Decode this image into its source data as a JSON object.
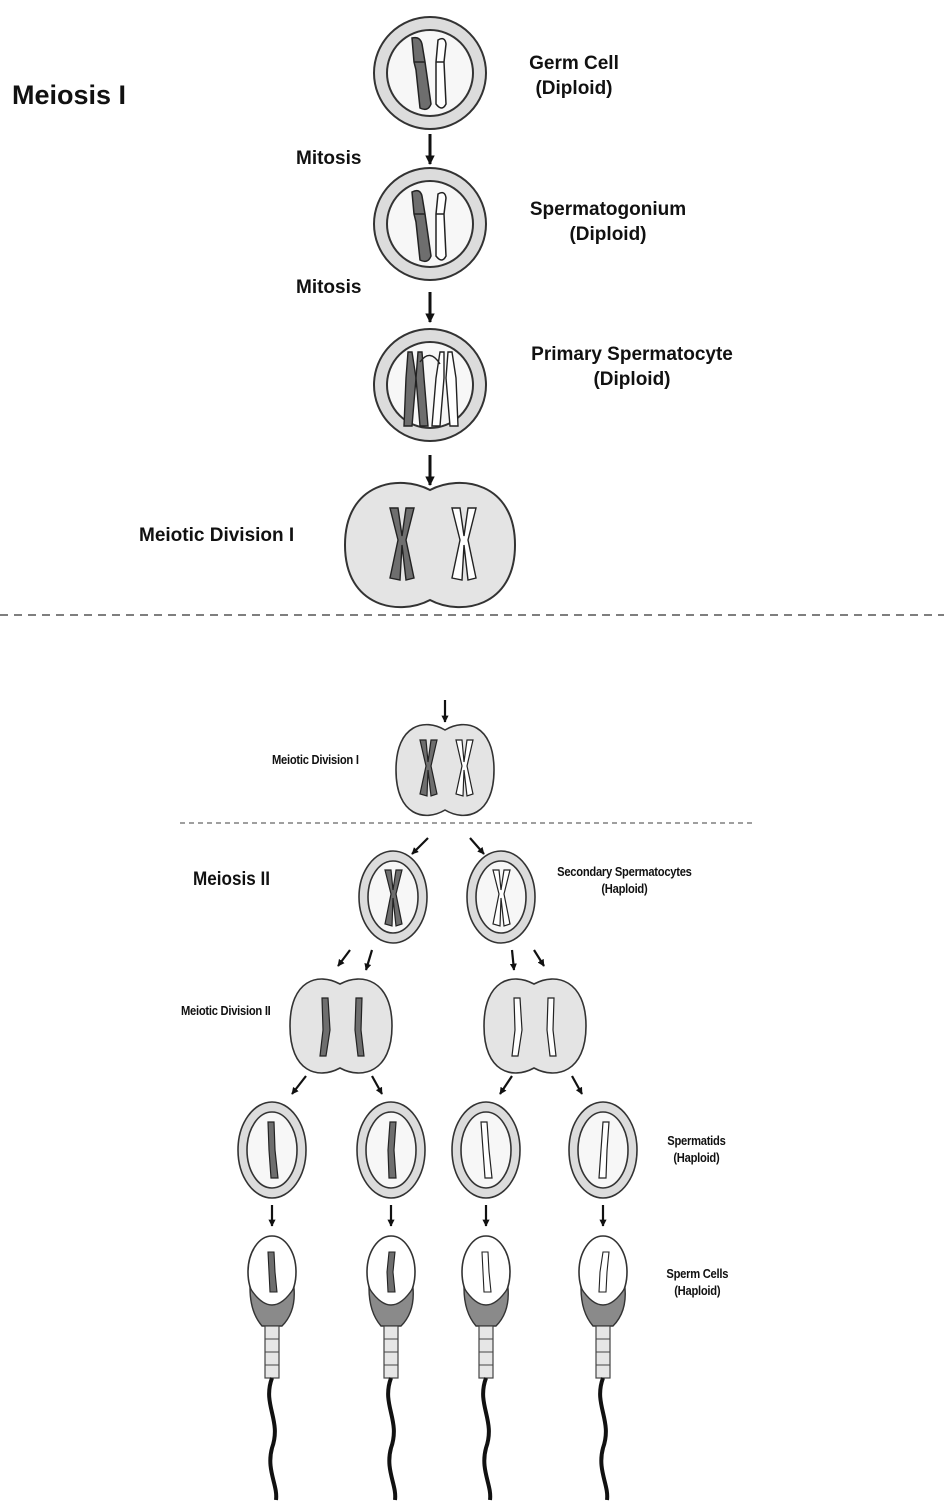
{
  "meiosis1": {
    "title": "Meiosis I",
    "germ_cell": {
      "line1": "Germ Cell",
      "line2": "(Diploid)"
    },
    "mitosis_1": "Mitosis",
    "spermatogonium": {
      "line1": "Spermatogonium",
      "line2": "(Diploid)"
    },
    "mitosis_2": "Mitosis",
    "primary_spermatocyte": {
      "line1": "Primary Spermatocyte",
      "line2": "(Diploid)"
    },
    "meiotic_division": "Meiotic Division I"
  },
  "meiosis2": {
    "meiotic_division_1": "Meiotic Division I",
    "title": "Meiosis II",
    "secondary_spermatocytes": {
      "line1": "Secondary Spermatocytes",
      "line2": "(Haploid)"
    },
    "meiotic_division_2": "Meiotic Division II",
    "spermatids": {
      "line1": "Spermatids",
      "line2": "(Haploid)"
    },
    "sperm_cells": {
      "line1": "Sperm Cells",
      "line2": "(Haploid)"
    }
  },
  "colors": {
    "cell_fill": "#e4e4e4",
    "cell_stroke": "#3a3a3a",
    "dark_chromosome": "#6e6e6e",
    "light_chromosome": "#ffffff"
  }
}
